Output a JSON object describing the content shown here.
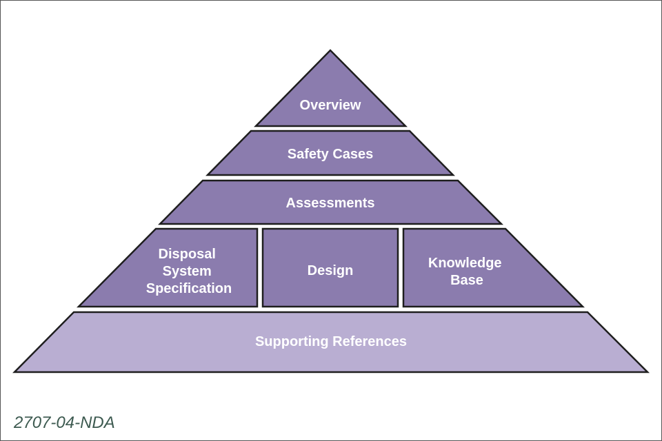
{
  "diagram": {
    "tiers": {
      "overview": "Overview",
      "safety_cases": "Safety Cases",
      "assessments": "Assessments",
      "disposal_system_specification": [
        "Disposal",
        "System",
        "Specification"
      ],
      "design": "Design",
      "knowledge_base": [
        "Knowledge",
        "Base"
      ],
      "supporting_references": "Supporting References"
    },
    "colors": {
      "upper_fill": "#8b7cae",
      "base_fill": "#b9aed2",
      "outline": "#1e1e1e"
    }
  },
  "document_reference": "2707-04-NDA"
}
